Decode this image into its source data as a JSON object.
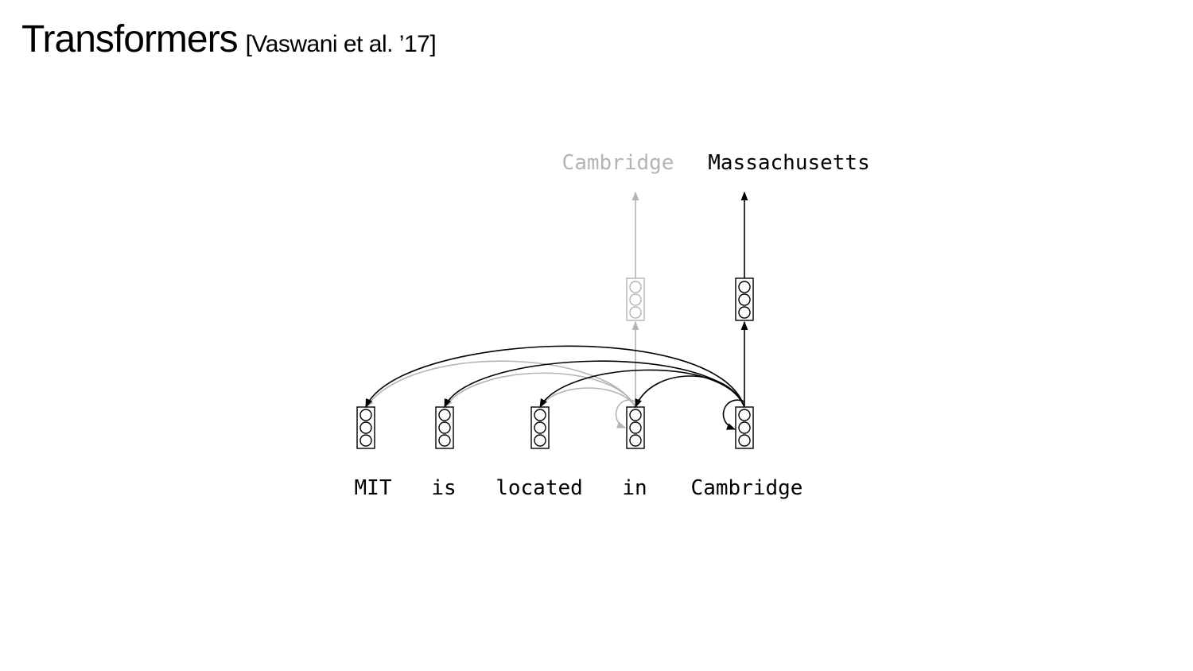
{
  "title": "Transformers",
  "citation": "[Vaswani et al. ’17]",
  "input_tokens": [
    "MIT",
    "is",
    "located",
    "in",
    "Cambridge"
  ],
  "output_tokens": [
    {
      "text": "Cambridge",
      "faded": true
    },
    {
      "text": "Massachusetts",
      "faded": false
    }
  ],
  "colors": {
    "active": "#000000",
    "faded": "#b4b4b4"
  }
}
